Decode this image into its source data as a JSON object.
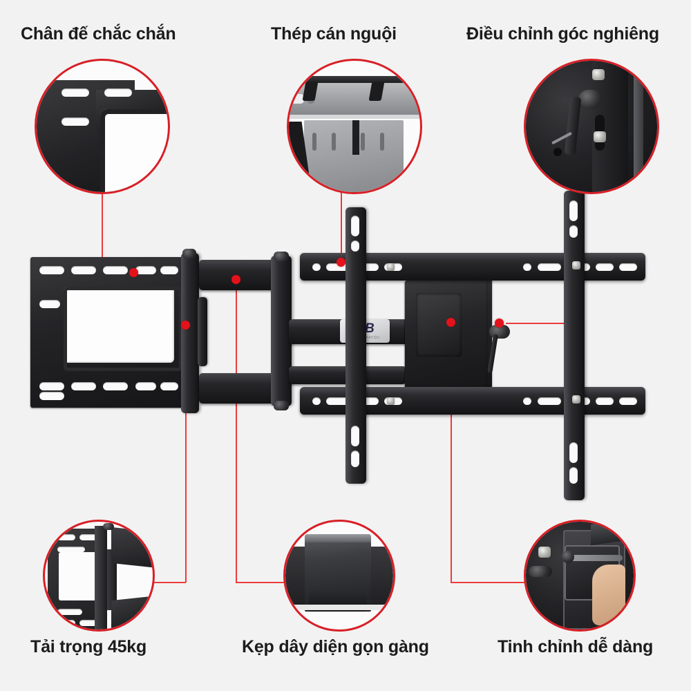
{
  "page": {
    "background_color": "#f2f2f2",
    "accent_color": "#e4121b",
    "text_color": "#1c1c1c",
    "product": "NB TV wall mount bracket (full-motion articulating)"
  },
  "top_labels": [
    {
      "id": "sturdy-base",
      "text": "Chân đế chắc chắn"
    },
    {
      "id": "cold-rolled-steel",
      "text": "Thép cán nguội"
    },
    {
      "id": "tilt-adjust",
      "text": "Điều chỉnh góc nghiêng"
    }
  ],
  "bottom_labels": [
    {
      "id": "load-capacity",
      "text": "Tải trọng 45kg"
    },
    {
      "id": "cable-clip",
      "text": "Kẹp dây diện gọn gàng"
    },
    {
      "id": "fine-tune",
      "text": "Tinh chỉnh dễ dàng"
    }
  ],
  "callouts": [
    {
      "id": "callout-sturdy-base",
      "label": "Chân đế chắc chắn",
      "detail": "black wall plate corner with slotted mounting holes"
    },
    {
      "id": "callout-steel",
      "label": "Thép cán nguội",
      "detail": "cold-rolled silver steel rail and VESA plate"
    },
    {
      "id": "callout-tilt",
      "label": "Điều chỉnh góc nghiêng",
      "detail": "black tilt lock lever with hex bolts"
    },
    {
      "id": "callout-load",
      "label": "Tải trọng 45kg",
      "detail": "reinforced black bracket frame"
    },
    {
      "id": "callout-cable",
      "label": "Kẹp dây diện gọn gàng",
      "detail": "black plastic cable management clip"
    },
    {
      "id": "callout-finetune",
      "label": "Tinh chỉnh dễ dàng",
      "detail": "hand turning the adjustment knob"
    }
  ],
  "brand": {
    "mark": "NB",
    "sub": "NORTH BAYOU"
  },
  "specs": {
    "load_capacity": "45kg"
  }
}
